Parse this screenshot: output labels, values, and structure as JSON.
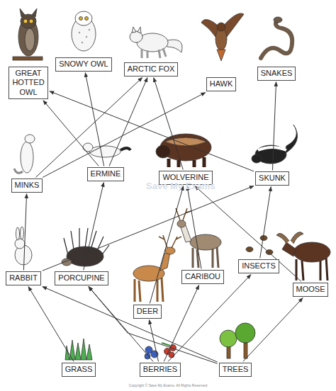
{
  "diagram": {
    "nodes": [
      {
        "text": [
          "GREAT HOTTED OWL"
        ]
      },
      {
        "text": [
          "SNOWY OWL"
        ]
      },
      {
        "text": [
          "ARCTIC FOX"
        ]
      },
      {
        "text": [
          "HAWK"
        ]
      },
      {
        "text": [
          "SNAKES"
        ]
      },
      {
        "text": [
          "MINKS"
        ]
      },
      {
        "text": [
          "ERMINE"
        ]
      },
      {
        "text": [
          "WOLVERINE"
        ]
      },
      {
        "text": [
          "SKUNK"
        ]
      },
      {
        "text": [
          "RABBIT"
        ]
      },
      {
        "text": [
          "PORCUPINE"
        ]
      },
      {
        "text": [
          "DEER"
        ]
      },
      {
        "text": [
          "CARIBOU"
        ]
      },
      {
        "text": [
          "INSECTS"
        ]
      },
      {
        "text": [
          "MOOSE"
        ]
      },
      {
        "text": [
          "GRASS"
        ]
      },
      {
        "text": [
          "BERRIES"
        ]
      },
      {
        "text": [
          "TREES"
        ]
      }
    ],
    "edges": [
      {
        "from": 15,
        "to": 9,
        "arrow": "to"
      },
      {
        "from": 17,
        "to": 9,
        "arrow": "to"
      },
      {
        "from": 16,
        "to": 10,
        "arrow": "to"
      },
      {
        "from": 17,
        "to": 10,
        "arrow": "to"
      },
      {
        "from": 16,
        "to": 11,
        "arrow": "to"
      },
      {
        "from": 16,
        "to": 12,
        "arrow": "to"
      },
      {
        "from": 16,
        "to": 13,
        "arrow": "to"
      },
      {
        "from": 17,
        "to": 14,
        "arrow": "to"
      },
      {
        "from": 9,
        "to": 5,
        "arrow": "to"
      },
      {
        "from": 9,
        "to": 8,
        "arrow": "to"
      },
      {
        "from": 10,
        "to": 6,
        "arrow": "to"
      },
      {
        "from": 11,
        "to": 7,
        "arrow": "to"
      },
      {
        "from": 12,
        "to": 7,
        "arrow": "to"
      },
      {
        "from": 14,
        "to": 7,
        "arrow": "to"
      },
      {
        "from": 13,
        "to": 8,
        "arrow": "to"
      },
      {
        "from": 5,
        "to": 2,
        "arrow": "to"
      },
      {
        "from": 5,
        "to": 3,
        "arrow": "to"
      },
      {
        "from": 6,
        "to": 1,
        "arrow": "to"
      },
      {
        "from": 6,
        "to": 2,
        "arrow": "to"
      },
      {
        "from": 6,
        "to": 0,
        "arrow": "to"
      },
      {
        "from": 7,
        "to": 2,
        "arrow": "to"
      },
      {
        "from": 8,
        "to": 0,
        "arrow": "to"
      },
      {
        "from": 8,
        "to": 4,
        "arrow": "to"
      }
    ],
    "labels": [
      "Save My Exams",
      "Copyright © Save My Exams. All Rights Reserved"
    ]
  }
}
